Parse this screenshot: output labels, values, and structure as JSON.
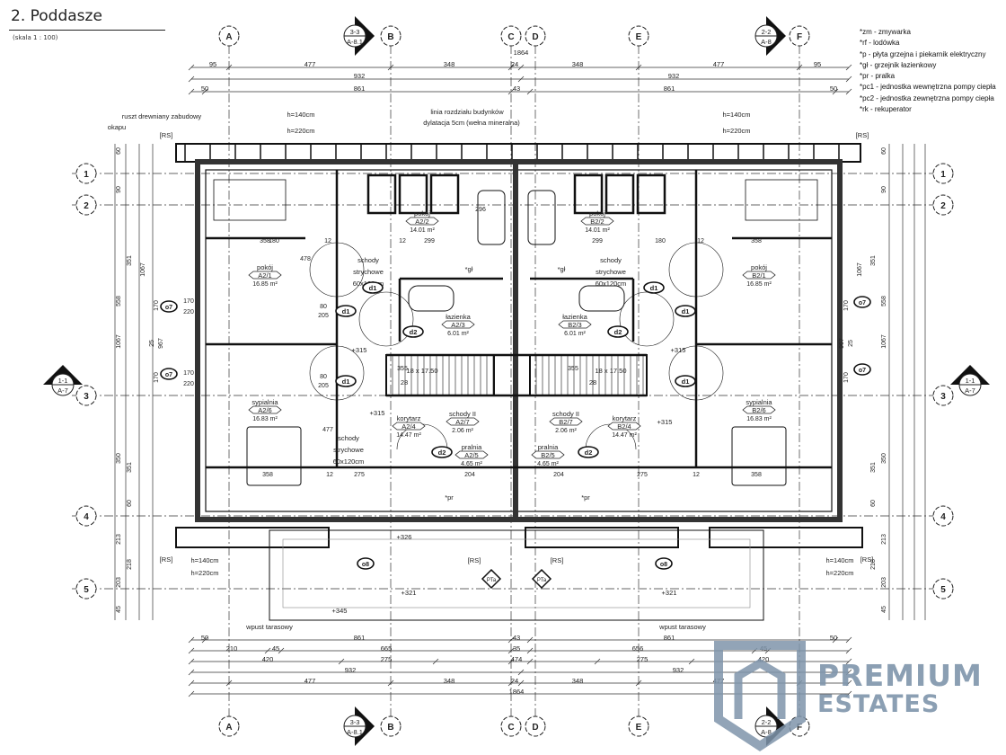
{
  "header": {
    "title": "2. Poddasze",
    "scale": "(skala  1 : 100)"
  },
  "legend": [
    "*zm - zmywarka",
    "*rf - lodówka",
    "*p - płyta grzejna i piekarnik elektryczny",
    "*gł - grzejnik łazienkowy",
    "*pr - pralka",
    "*pc1 - jednostka wewnętrzna pompy ciepła",
    "*pc2 - jednostka zewnętrzna pompy ciepła",
    "*rk - rekuperator"
  ],
  "axes": {
    "columns": [
      "A",
      "B",
      "C",
      "D",
      "E",
      "F"
    ],
    "rows": [
      "1",
      "2",
      "3",
      "4",
      "5"
    ]
  },
  "sections": [
    {
      "top": "3-3",
      "bottom": "A-8.1"
    },
    {
      "top": "2-2",
      "bottom": "A-8"
    },
    {
      "top": "1-1",
      "bottom": "A-7"
    }
  ],
  "rooms": [
    {
      "name": "pokój",
      "code": "A2/1",
      "area": "16.85 m²"
    },
    {
      "name": "sypialnia",
      "code": "A2/6",
      "area": "16.83 m²"
    },
    {
      "name": "pokój",
      "code": "A2/2",
      "area": "14.01 m²"
    },
    {
      "name": "łazienka",
      "code": "A2/3",
      "area": "6.01 m²"
    },
    {
      "name": "korytarz",
      "code": "A2/4",
      "area": "14.47 m²"
    },
    {
      "name": "pralnia",
      "code": "A2/5",
      "area": "4.65 m²"
    },
    {
      "name": "schody II",
      "code": "A2/7",
      "area": "2.06 m²"
    },
    {
      "name": "pokój",
      "code": "B2/1",
      "area": "16.85 m²"
    },
    {
      "name": "sypialnia",
      "code": "B2/6",
      "area": "16.83 m²"
    },
    {
      "name": "pokój",
      "code": "B2/2",
      "area": "14.01 m²"
    },
    {
      "name": "łazienka",
      "code": "B2/3",
      "area": "6.01 m²"
    },
    {
      "name": "korytarz",
      "code": "B2/4",
      "area": "14.47 m²"
    },
    {
      "name": "pralnia",
      "code": "B2/5",
      "area": "4.65 m²"
    },
    {
      "name": "schody II",
      "code": "B2/7",
      "area": "2.06 m²"
    }
  ],
  "annotations": [
    "ruszt drewniany zabudowy",
    "okapu",
    "linia rozdziału budynków",
    "dylatacja 5cm (wełna mineralna)",
    "h=140cm",
    "h=220cm",
    "h=140cm",
    "h=220cm",
    "h=140cm",
    "h=220cm",
    "h=140cm",
    "h=220cm",
    "[RS]",
    "[RS]",
    "[RS]",
    "[RS]",
    "[RS]",
    "[RS]",
    "schody",
    "strychowe",
    "60x120cm",
    "schody",
    "strychowe",
    "60x120cm",
    "schody",
    "strychowe",
    "60x120cm",
    "wpust tarasowy",
    "wpust tarasowy",
    "18 x 17.50",
    "28",
    "18 x 17.50",
    "28",
    "+315",
    "+315",
    "+315",
    "+315",
    "+326",
    "+321",
    "+345",
    "+321",
    "*gł",
    "*gł",
    "*pr",
    "*pr"
  ],
  "door_tags": [
    "d1",
    "d1",
    "d1",
    "d2",
    "d2",
    "d1",
    "d1",
    "d1",
    "d2",
    "d2"
  ],
  "window_tags": [
    "o7",
    "o7",
    "o7",
    "o7",
    "o8",
    "o8"
  ],
  "terrace_tags": [
    "PTa",
    "PTa"
  ],
  "dims_top": [
    "1864",
    "95",
    "477",
    "348",
    "24",
    "348",
    "477",
    "95",
    "932",
    "932",
    "50",
    "861",
    "43",
    "861",
    "50"
  ],
  "dims_bottom": [
    "50",
    "861",
    "43",
    "861",
    "50",
    "210",
    "45",
    "665",
    "35",
    "656",
    "45",
    "420",
    "275",
    "474",
    "275",
    "420",
    "932",
    "932",
    "477",
    "348",
    "24",
    "348",
    "477",
    "1864"
  ],
  "dims_left": [
    "60",
    "90",
    "351",
    "558",
    "1067",
    "1067",
    "170",
    "25",
    "967",
    "170",
    "350",
    "351",
    "60",
    "213",
    "218",
    "203",
    "45"
  ],
  "dims_right": [
    "60",
    "90",
    "351",
    "558",
    "1067",
    "1067",
    "170",
    "25",
    "967",
    "170",
    "350",
    "351",
    "60",
    "213",
    "218",
    "203",
    "45"
  ],
  "dims_inner": [
    "358",
    "180",
    "12",
    "12",
    "299",
    "296",
    "299",
    "180",
    "12",
    "358",
    "478",
    "477",
    "358",
    "12",
    "275",
    "204",
    "204",
    "275",
    "12",
    "358",
    "80",
    "205",
    "80",
    "205",
    "170",
    "220",
    "170",
    "220",
    "355",
    "355"
  ],
  "watermark": {
    "line1": "PREMIUM",
    "line2": "ESTATES",
    "color": "#7f95ab"
  }
}
